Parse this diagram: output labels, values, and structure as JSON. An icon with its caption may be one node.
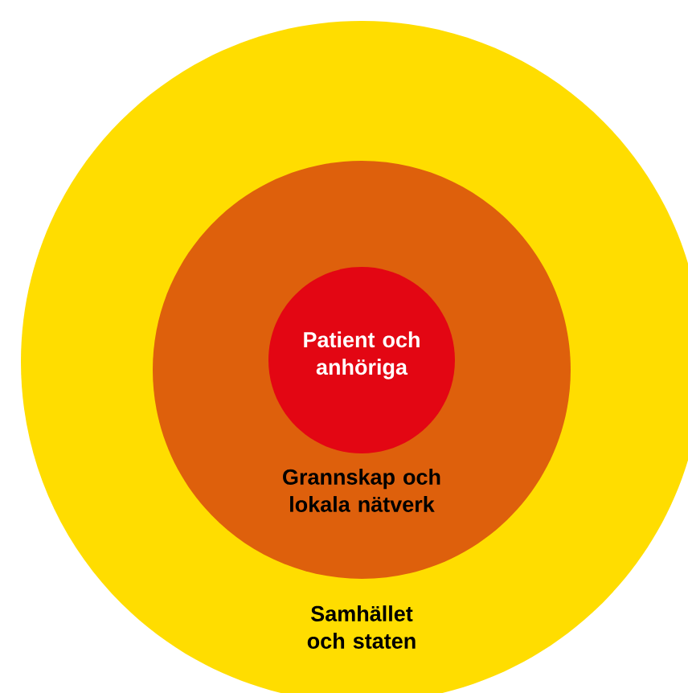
{
  "diagram": {
    "nodes": [
      {
        "text": [
          "Samhället och staten"
        ]
      },
      {
        "text": [
          "Grannskap och lokala nätverk"
        ],
        "in": 0
      },
      {
        "text": [
          "Patient och anhöriga"
        ],
        "in": 1
      }
    ]
  }
}
